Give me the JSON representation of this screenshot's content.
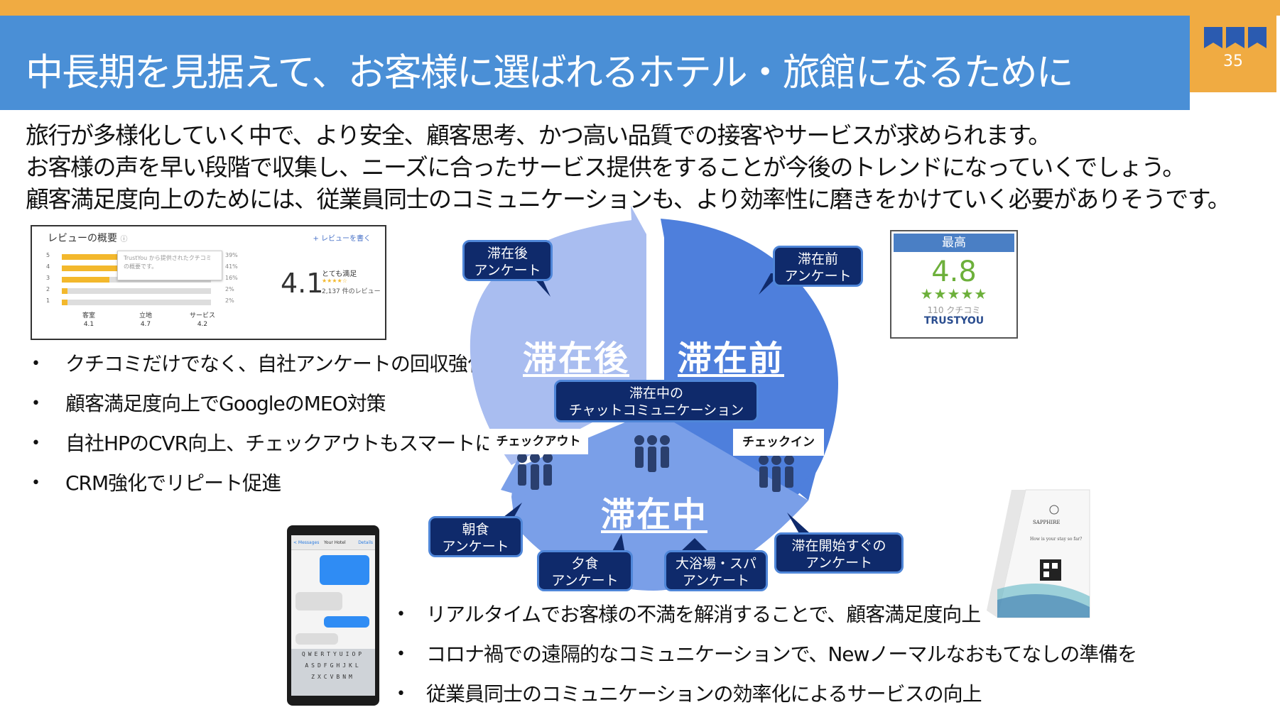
{
  "header": {
    "title": "中長期を見据えて、お客様に選ばれるホテル・旅館になるために",
    "page_number": "35"
  },
  "lead": {
    "line1": "旅行が多様化していく中で、より安全、顧客思考、かつ高い品質での接客やサービスが求められます。",
    "line2": "お客様の声を早い段階で収集し、ニーズに合ったサービス提供をすることが今後のトレンドになっていくでしょう。",
    "line3": "顧客満足度向上のためには、従業員同士のコミュニケーションも、より効率性に磨きをかけていく必要がありそうです。"
  },
  "bullets_left": [
    "クチコミだけでなく、自社アンケートの回収強化",
    "顧客満足度向上でGoogleのMEO対策",
    "自社HPのCVR向上、チェックアウトもスマートに",
    "CRM強化でリピート促進"
  ],
  "bullets_bottom": [
    "リアルタイムでお客様の不満を解消することで、顧客満足度向上",
    "コロナ禍での遠隔的なコミュニケーションで、Newノーマルなおもてなしの準備を",
    "従業員同士のコミュニケーションの効率化によるサービスの向上"
  ],
  "review_widget": {
    "title": "レビューの概要",
    "write_link": "+ レビューを書く",
    "tooltip": "TrustYou から提供されたクチコミの概要です。",
    "rows": [
      {
        "star": "5",
        "pct": "39%",
        "ratio": 0.39
      },
      {
        "star": "4",
        "pct": "41%",
        "ratio": 0.41
      },
      {
        "star": "3",
        "pct": "16%",
        "ratio": 0.16
      },
      {
        "star": "2",
        "pct": "2%",
        "ratio": 0.02
      },
      {
        "star": "1",
        "pct": "2%",
        "ratio": 0.02
      }
    ],
    "score": "4.1",
    "score_label": "とても満足",
    "score_stars": "★★★★☆",
    "review_count": "2,137 件のレビュー",
    "subscores": [
      {
        "label": "客室",
        "value": "4.1"
      },
      {
        "label": "立地",
        "value": "4.7"
      },
      {
        "label": "サービス",
        "value": "4.2"
      }
    ]
  },
  "trustyou_badge": {
    "header": "最高",
    "score": "4.8",
    "stars": "★★★★★",
    "count": "110 クチコミ",
    "brand": "TRUSTYOU"
  },
  "cycle": {
    "before": "滞在前",
    "after": "滞在後",
    "during": "滞在中",
    "checkin": "チェックイン",
    "checkout": "チェックアウト",
    "chat_line1": "滞在中の",
    "chat_line2": "チャットコミュニケーション",
    "callouts": {
      "after_survey": [
        "滞在後",
        "アンケート"
      ],
      "before_survey": [
        "滞在前",
        "アンケート"
      ],
      "breakfast": [
        "朝食",
        "アンケート"
      ],
      "dinner": [
        "夕食",
        "アンケート"
      ],
      "bath": [
        "大浴場・スパ",
        "アンケート"
      ],
      "start": [
        "滞在開始すぐの",
        "アンケート"
      ]
    },
    "colors": {
      "after": "#a9bdf0",
      "before": "#4e7fdc",
      "during": "#7a9fe8",
      "callout_bg": "#0f2a6b"
    }
  },
  "phone": {
    "back": "< Messages",
    "contact": "Your Hotel",
    "details": "Details",
    "keyboard_row1": "QWERTYUIOP",
    "keyboard_row2": "ASDFGHJKL",
    "keyboard_row3": "ZXCVBNM"
  },
  "table_stand": {
    "brand": "SAPPHIRE",
    "question": "How is your stay so far?"
  },
  "icons": {
    "flags": "ribbon-flags-icon",
    "people": "people-group-icon",
    "help": "help-circle-icon"
  }
}
